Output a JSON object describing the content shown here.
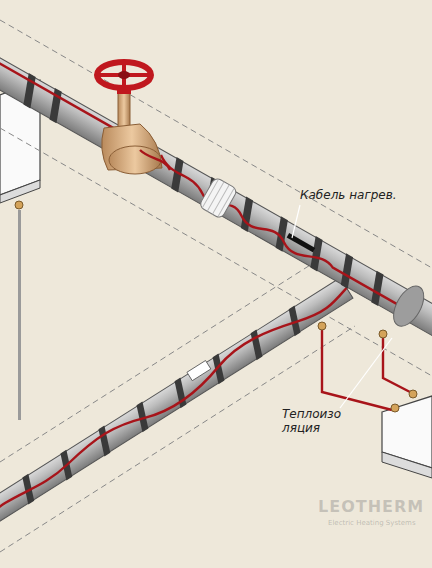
{
  "diagram": {
    "labels": [
      "Кабель нагрев.",
      "Теплоизо ляция",
      "LEOTHERM",
      "Electric Heating Systems"
    ]
  }
}
